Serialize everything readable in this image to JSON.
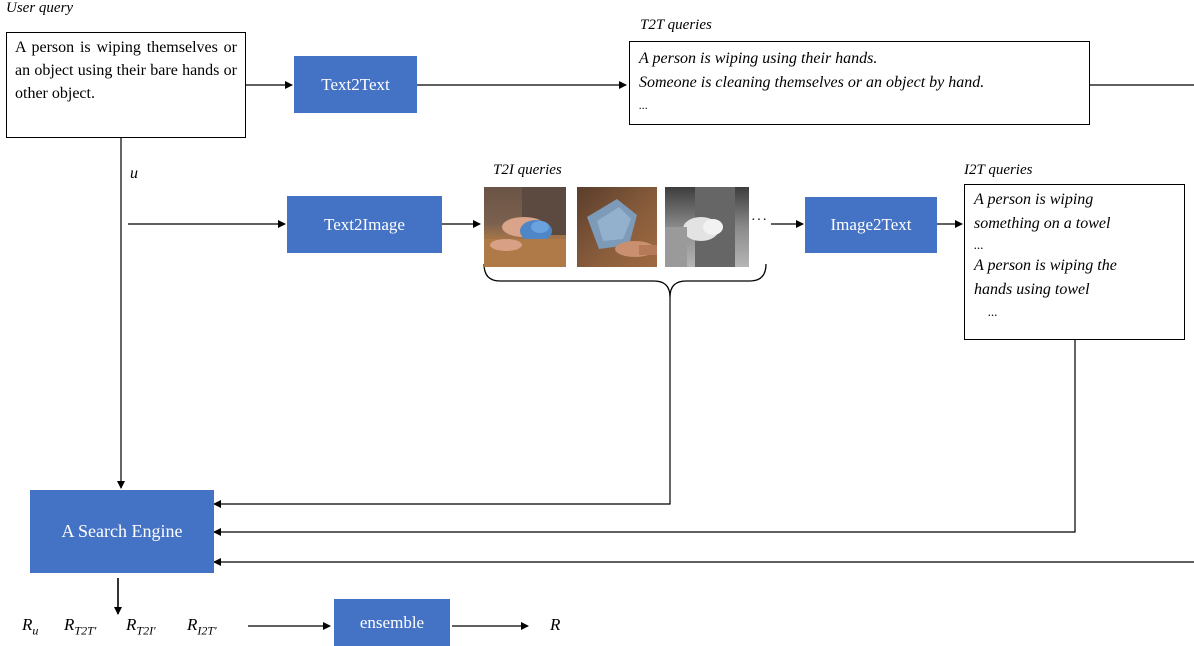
{
  "user_query": {
    "caption": "User query",
    "text": "A person is wiping themselves or an object using their bare hands or other object."
  },
  "u_label": "u",
  "t2t": {
    "module": "Text2Text",
    "caption": "T2T queries",
    "lines": [
      "A person is wiping using their hands.",
      "Someone is cleaning themselves or an object by hand.",
      "..."
    ]
  },
  "t2i": {
    "module": "Text2Image",
    "caption": "T2I queries",
    "ellipsis": "···"
  },
  "i2t": {
    "module": "Image2Text",
    "caption": "I2T queries",
    "lines": [
      "A person is wiping",
      "something on a towel",
      "...",
      "A person is wiping the",
      "hands using towel",
      "..."
    ]
  },
  "search_engine": {
    "label": "A Search Engine"
  },
  "results": {
    "r_u": {
      "base": "R",
      "sub": "u"
    },
    "r_t2t": {
      "base": "R",
      "sub": "T2T'"
    },
    "r_t2i": {
      "base": "R",
      "sub": "T2I'"
    },
    "r_i2t": {
      "base": "R",
      "sub": "I2T'"
    }
  },
  "ensemble": {
    "label": "ensemble"
  },
  "final_output": "R",
  "colors": {
    "module_fill": "#4472C4",
    "module_text": "#ffffff",
    "line": "#000000"
  }
}
